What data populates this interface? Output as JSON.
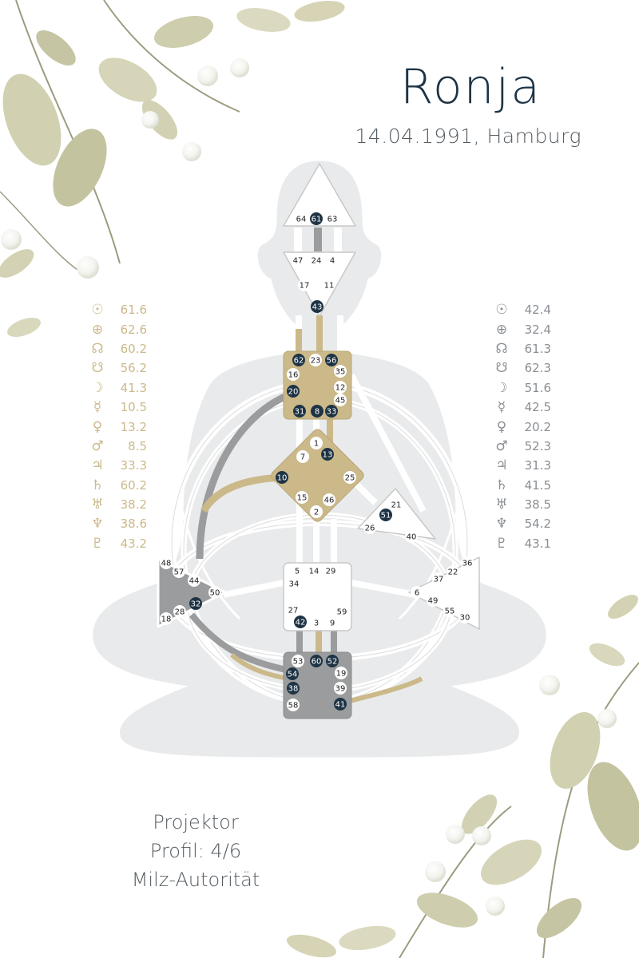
{
  "name": "Ronja",
  "birth": "14.04.1991, Hamburg",
  "type": "Projektor",
  "profile": "Profil: 4/6",
  "authority": "Milz-Autorität",
  "colors": {
    "design": "#cbb98a",
    "personality": "#8a8f94",
    "dark": "#1e3445",
    "body": "#e9eaeb"
  },
  "design_planets": [
    {
      "icon": "sun-icon",
      "symbol": "☉",
      "value": "61.6"
    },
    {
      "icon": "earth-icon",
      "symbol": "⊕",
      "value": "62.6"
    },
    {
      "icon": "north-node-icon",
      "symbol": "☊",
      "value": "60.2"
    },
    {
      "icon": "south-node-icon",
      "symbol": "☋",
      "value": "56.2"
    },
    {
      "icon": "moon-icon",
      "symbol": "☽",
      "value": "41.3"
    },
    {
      "icon": "mercury-icon",
      "symbol": "☿",
      "value": "10.5"
    },
    {
      "icon": "venus-icon",
      "symbol": "♀",
      "value": "13.2"
    },
    {
      "icon": "mars-icon",
      "symbol": "♂",
      "value": "8.5"
    },
    {
      "icon": "jupiter-icon",
      "symbol": "♃",
      "value": "33.3"
    },
    {
      "icon": "saturn-icon",
      "symbol": "♄",
      "value": "60.2"
    },
    {
      "icon": "uranus-icon",
      "symbol": "♅",
      "value": "38.2"
    },
    {
      "icon": "neptune-icon",
      "symbol": "♆",
      "value": "38.6"
    },
    {
      "icon": "pluto-icon",
      "symbol": "♇",
      "value": "43.2"
    }
  ],
  "personality_planets": [
    {
      "icon": "sun-icon",
      "symbol": "☉",
      "value": "42.4"
    },
    {
      "icon": "earth-icon",
      "symbol": "⊕",
      "value": "32.4"
    },
    {
      "icon": "north-node-icon",
      "symbol": "☊",
      "value": "61.3"
    },
    {
      "icon": "south-node-icon",
      "symbol": "☋",
      "value": "62.3"
    },
    {
      "icon": "moon-icon",
      "symbol": "☽",
      "value": "51.6"
    },
    {
      "icon": "mercury-icon",
      "symbol": "☿",
      "value": "42.5"
    },
    {
      "icon": "venus-icon",
      "symbol": "♀",
      "value": "20.2"
    },
    {
      "icon": "mars-icon",
      "symbol": "♂",
      "value": "52.3"
    },
    {
      "icon": "jupiter-icon",
      "symbol": "♃",
      "value": "31.3"
    },
    {
      "icon": "saturn-icon",
      "symbol": "♄",
      "value": "41.5"
    },
    {
      "icon": "uranus-icon",
      "symbol": "♅",
      "value": "38.5"
    },
    {
      "icon": "neptune-icon",
      "symbol": "♆",
      "value": "54.2"
    },
    {
      "icon": "pluto-icon",
      "symbol": "♇",
      "value": "43.1"
    }
  ],
  "centers": [
    {
      "id": "head",
      "defined": false,
      "gates": [
        {
          "n": "64",
          "a": false
        },
        {
          "n": "61",
          "a": true
        },
        {
          "n": "63",
          "a": false
        }
      ]
    },
    {
      "id": "ajna",
      "defined": false,
      "gates": [
        {
          "n": "47",
          "a": false
        },
        {
          "n": "24",
          "a": false
        },
        {
          "n": "4",
          "a": false
        },
        {
          "n": "17",
          "a": false
        },
        {
          "n": "11",
          "a": false
        },
        {
          "n": "43",
          "a": true
        }
      ]
    },
    {
      "id": "throat",
      "defined": true,
      "gates": [
        {
          "n": "62",
          "a": true
        },
        {
          "n": "23",
          "a": false
        },
        {
          "n": "56",
          "a": true
        },
        {
          "n": "16",
          "a": false
        },
        {
          "n": "35",
          "a": false
        },
        {
          "n": "20",
          "a": true
        },
        {
          "n": "12",
          "a": false
        },
        {
          "n": "45",
          "a": false
        },
        {
          "n": "31",
          "a": true
        },
        {
          "n": "8",
          "a": true
        },
        {
          "n": "33",
          "a": true
        }
      ]
    },
    {
      "id": "g",
      "defined": true,
      "gates": [
        {
          "n": "1",
          "a": false
        },
        {
          "n": "7",
          "a": false
        },
        {
          "n": "13",
          "a": true
        },
        {
          "n": "10",
          "a": true
        },
        {
          "n": "25",
          "a": false
        },
        {
          "n": "15",
          "a": false
        },
        {
          "n": "46",
          "a": false
        },
        {
          "n": "2",
          "a": false
        }
      ]
    },
    {
      "id": "heart",
      "defined": false,
      "gates": [
        {
          "n": "21",
          "a": false
        },
        {
          "n": "51",
          "a": true
        },
        {
          "n": "26",
          "a": false
        },
        {
          "n": "40",
          "a": false
        }
      ]
    },
    {
      "id": "spleen",
      "defined": true,
      "gates": [
        {
          "n": "48",
          "a": false
        },
        {
          "n": "57",
          "a": false
        },
        {
          "n": "44",
          "a": false
        },
        {
          "n": "50",
          "a": false
        },
        {
          "n": "32",
          "a": true
        },
        {
          "n": "28",
          "a": false
        },
        {
          "n": "18",
          "a": false
        }
      ]
    },
    {
      "id": "sacral",
      "defined": false,
      "gates": [
        {
          "n": "5",
          "a": false
        },
        {
          "n": "14",
          "a": false
        },
        {
          "n": "29",
          "a": false
        },
        {
          "n": "34",
          "a": false
        },
        {
          "n": "27",
          "a": false
        },
        {
          "n": "59",
          "a": false
        },
        {
          "n": "42",
          "a": true
        },
        {
          "n": "3",
          "a": false
        },
        {
          "n": "9",
          "a": false
        }
      ]
    },
    {
      "id": "solar-plexus",
      "defined": false,
      "gates": [
        {
          "n": "36",
          "a": false
        },
        {
          "n": "22",
          "a": false
        },
        {
          "n": "37",
          "a": false
        },
        {
          "n": "6",
          "a": false
        },
        {
          "n": "49",
          "a": false
        },
        {
          "n": "55",
          "a": false
        },
        {
          "n": "30",
          "a": false
        }
      ]
    },
    {
      "id": "root",
      "defined": true,
      "gates": [
        {
          "n": "53",
          "a": false
        },
        {
          "n": "60",
          "a": true
        },
        {
          "n": "52",
          "a": true
        },
        {
          "n": "54",
          "a": true
        },
        {
          "n": "19",
          "a": false
        },
        {
          "n": "38",
          "a": true
        },
        {
          "n": "39",
          "a": false
        },
        {
          "n": "58",
          "a": false
        },
        {
          "n": "41",
          "a": true
        }
      ]
    }
  ]
}
